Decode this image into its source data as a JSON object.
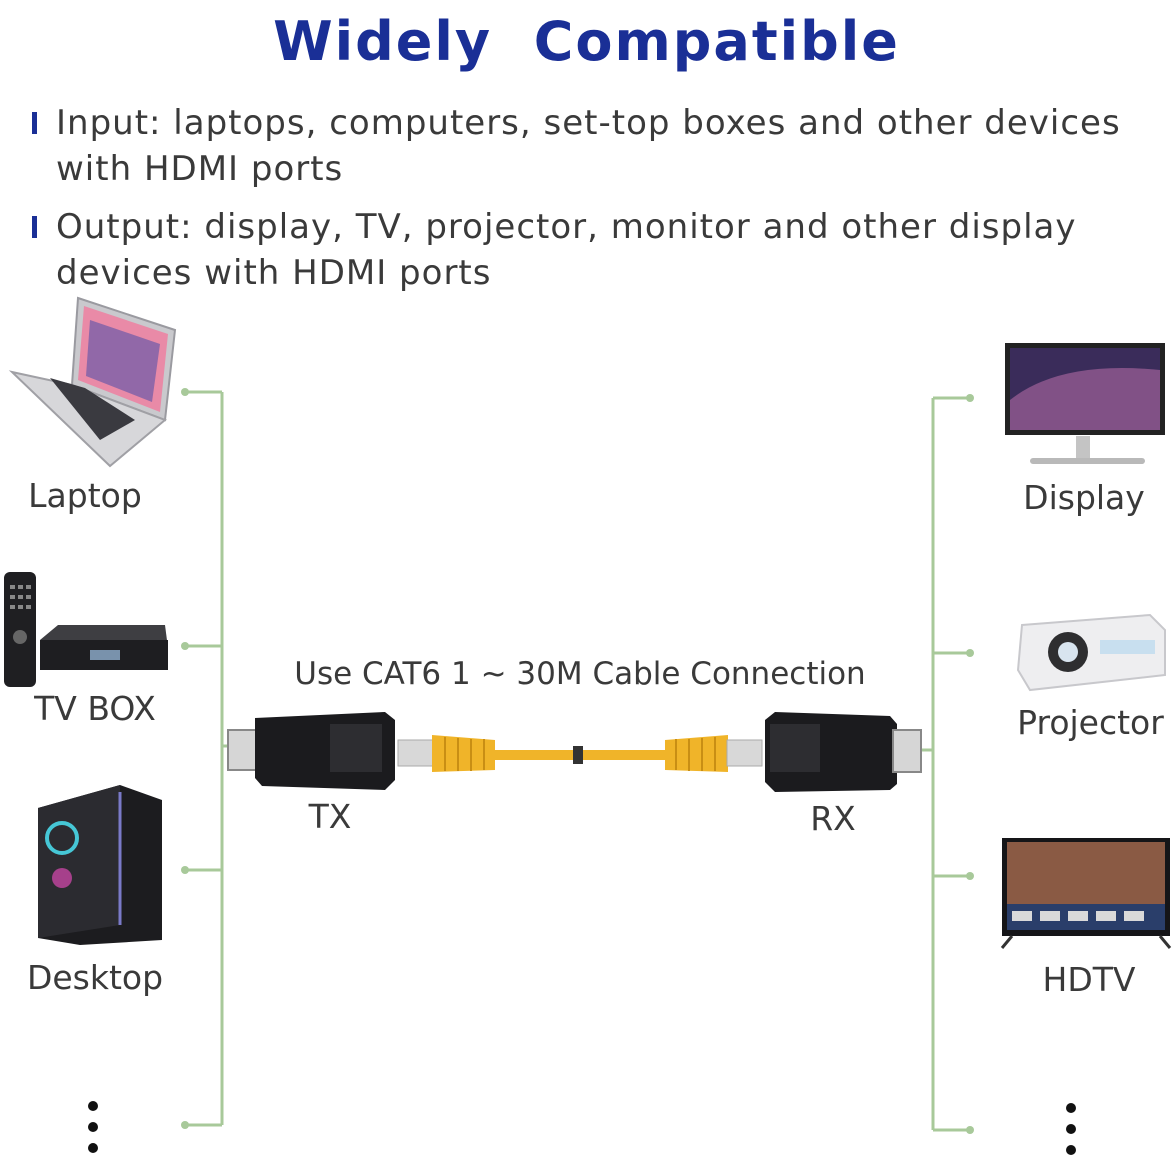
{
  "title": "Widely  Compatible",
  "bullets": [
    {
      "text_line1": "Input: laptops, computers, set-top boxes and other devices",
      "text_line2": "with HDMI ports"
    },
    {
      "text_line1": "Output: display, TV, projector, monitor and other display",
      "text_line2": "devices with HDMI ports"
    }
  ],
  "inputs": [
    "Laptop",
    "TV BOX",
    "Desktop"
  ],
  "outputs": [
    "Display",
    "Projector",
    "HDTV"
  ],
  "cable": {
    "caption": "Use CAT6 1 ~ 30M Cable Connection",
    "tx_label": "TX",
    "rx_label": "RX"
  },
  "colors": {
    "title": "#1a2f96",
    "connector_line": "#a8c99a",
    "cable": "#f0b429"
  }
}
